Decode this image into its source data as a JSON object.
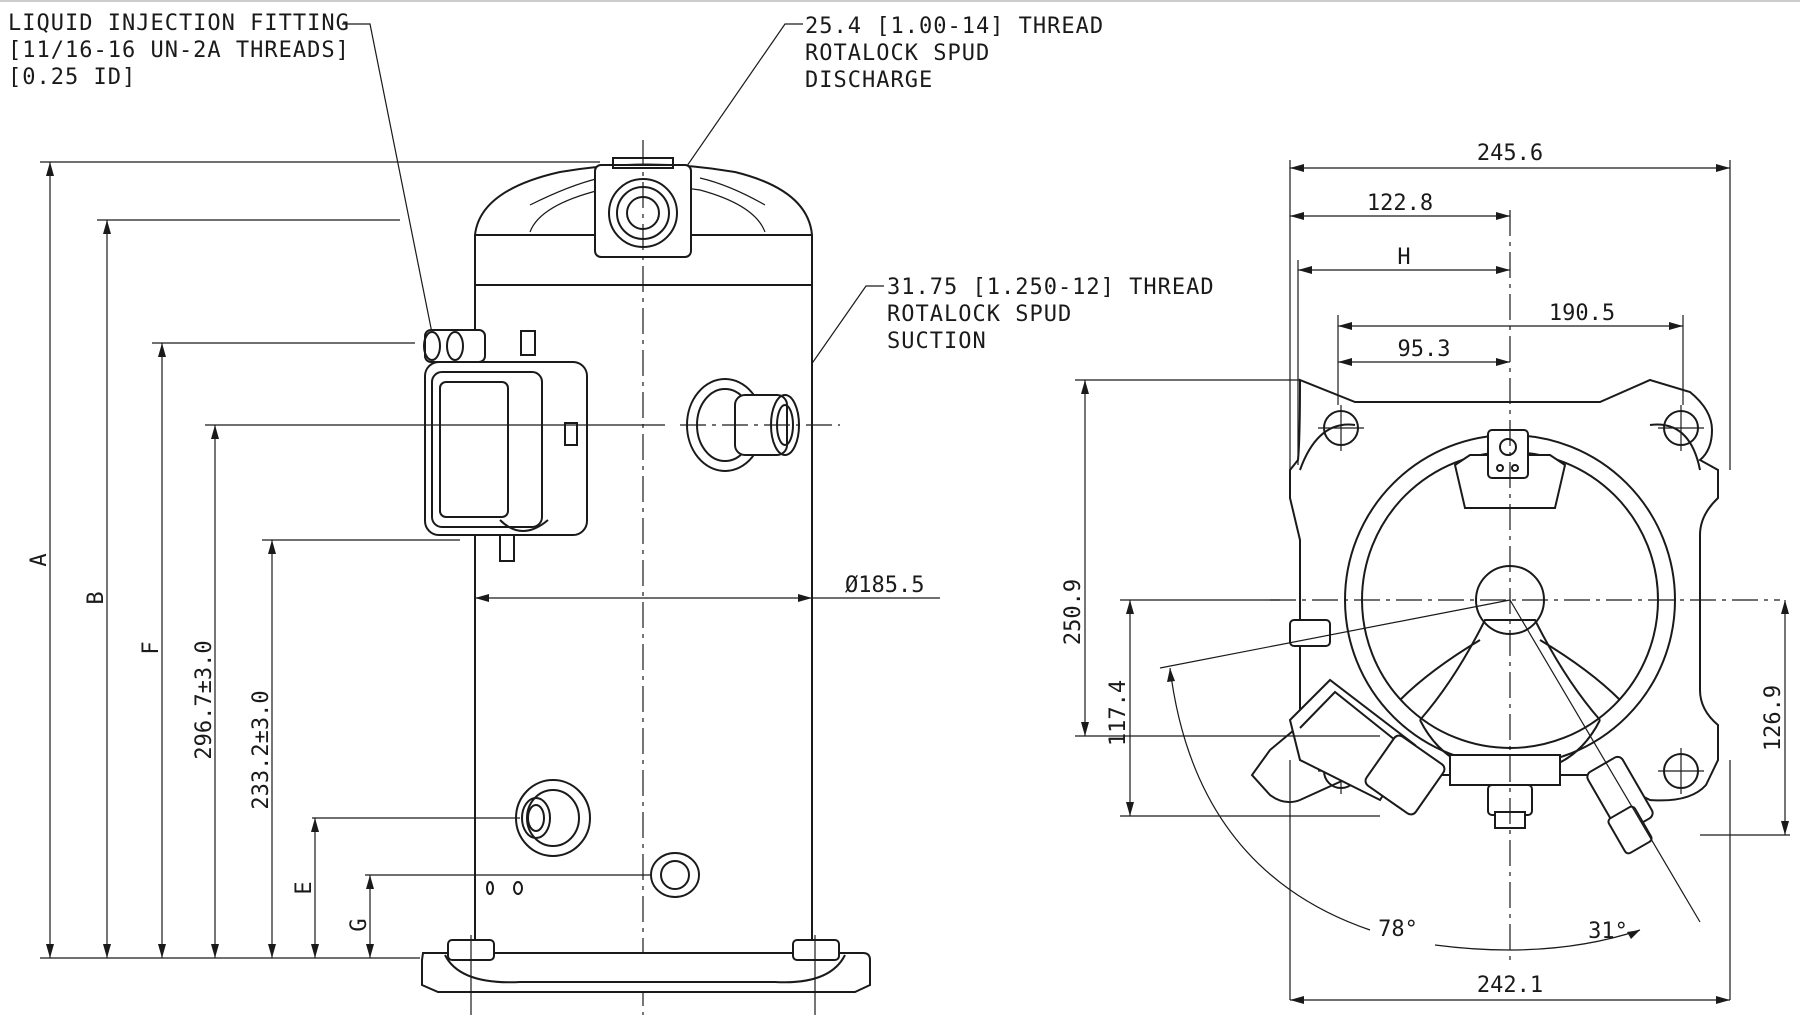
{
  "callouts": {
    "liquid_injection": [
      "LIQUID INJECTION FITTING",
      "[11/16-16 UN-2A THREADS]",
      "[0.25 ID]"
    ],
    "discharge": [
      "25.4 [1.00-14] THREAD",
      "ROTALOCK SPUD",
      "DISCHARGE"
    ],
    "suction": [
      "31.75 [1.250-12] THREAD",
      "ROTALOCK SPUD",
      "SUCTION"
    ]
  },
  "side_view": {
    "diameter": "Ø185.5",
    "labels": {
      "A": "A",
      "B": "B",
      "F": "F",
      "h1": "296.7±3.0",
      "h2": "233.2±3.0",
      "E": "E",
      "G": "G"
    }
  },
  "top_view": {
    "dims": {
      "w_total": "245.6",
      "w_half": "122.8",
      "H": "H",
      "w_mount": "190.5",
      "w_mount_half": "95.3",
      "height": "250.9",
      "h_lower": "117.4",
      "h_right": "126.9",
      "w_bottom": "242.1",
      "angle_left": "78°",
      "angle_right": "31°"
    }
  }
}
